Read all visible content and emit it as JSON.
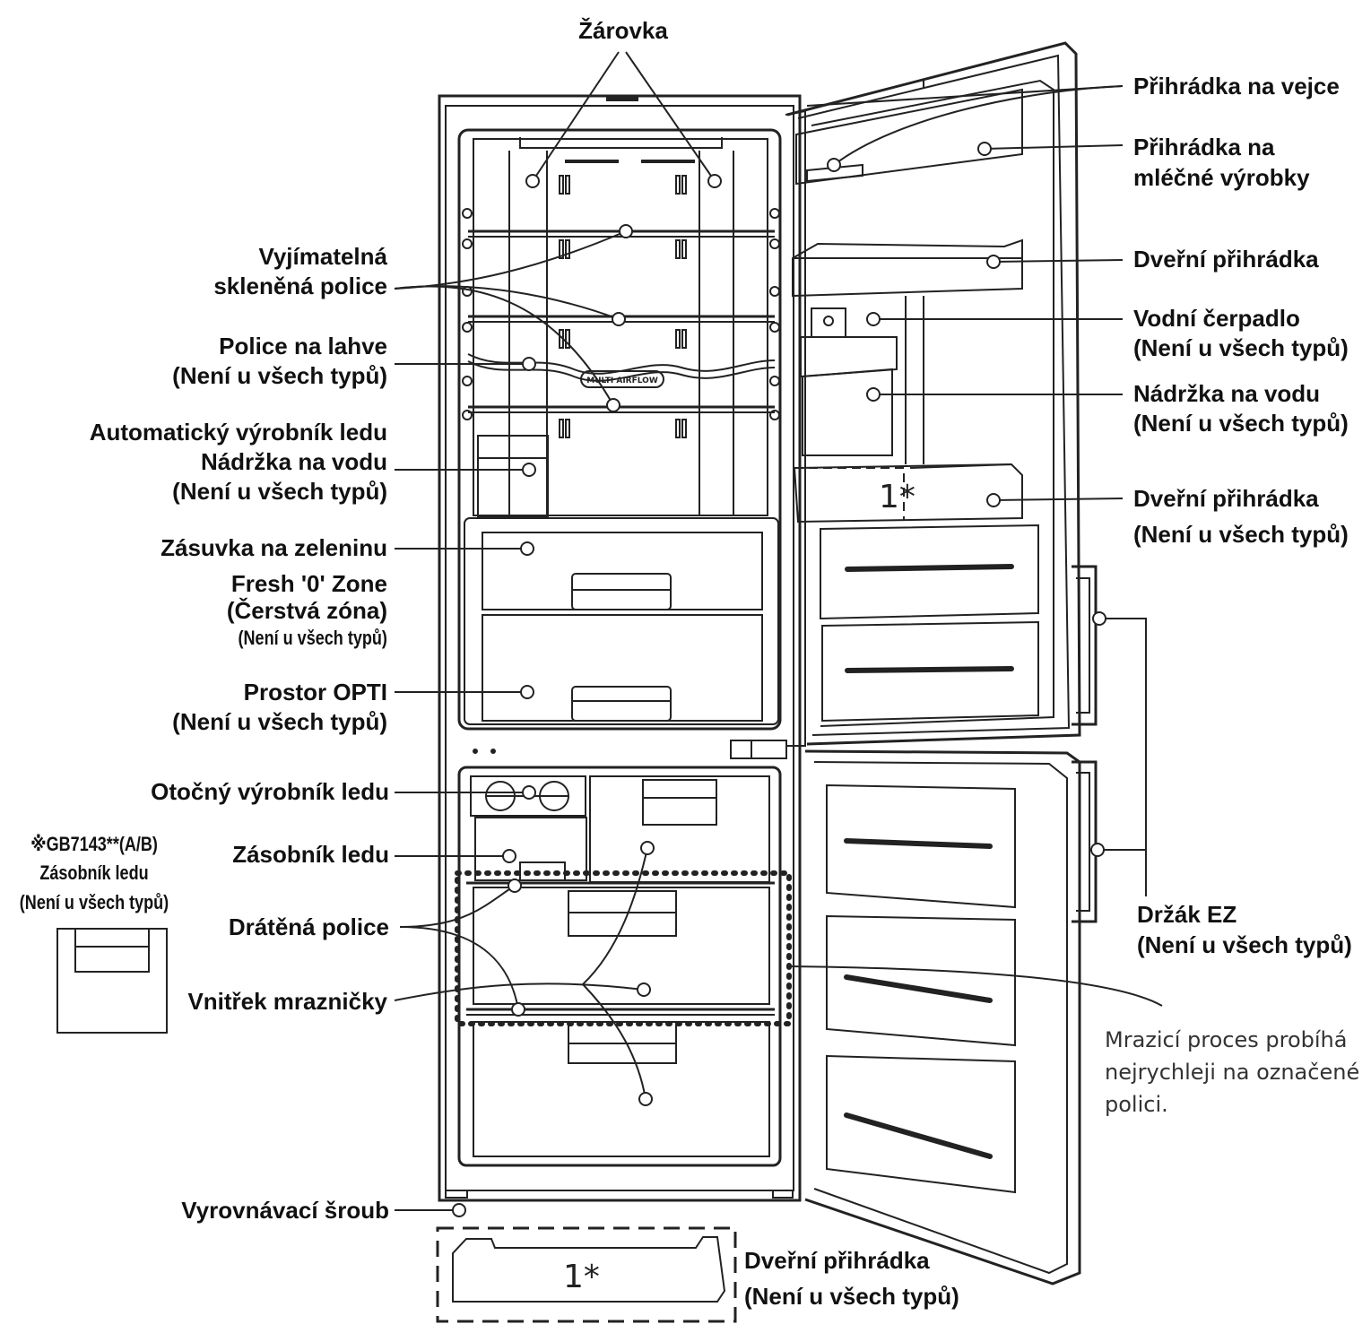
{
  "labels": {
    "zarovka": "Žárovka",
    "vyjimatelna_1": "Vyjímatelná",
    "vyjimatelna_2": "skleněná police",
    "police_lahve_1": "Police na lahve",
    "police_lahve_2": "(Není u všech typů)",
    "auto_led_1": "Automatický výrobník ledu",
    "auto_led_2": "Nádržka na vodu",
    "auto_led_3": "(Není u všech typů)",
    "zasuvka": "Zásuvka na zeleninu",
    "fresh_1": "Fresh '0' Zone",
    "fresh_2": "(Čerstvá zóna)",
    "fresh_3": "(Není u všech typů)",
    "opti_1": "Prostor OPTI",
    "opti_2": "(Není u všech typů)",
    "otocny": "Otočný výrobník ledu",
    "zasobnik": "Zásobník ledu",
    "dratena": "Drátěná police",
    "vnitrek": "Vnitřek mrazničky",
    "vyrovnavaci": "Vyrovnávací šroub",
    "vejce": "Přihrádka na vejce",
    "mlecne_1": "Přihrádka na",
    "mlecne_2": "mléčné výrobky",
    "dverni_1": "Dveřní přihrádka",
    "cerpadlo_1": "Vodní čerpadlo",
    "cerpadlo_2": "(Není u všech typů)",
    "nadrzka_1": "Nádržka na vodu",
    "nadrzka_2": "(Není u všech typů)",
    "dverni2_1": "Dveřní přihrádka",
    "dverni2_2": "(Není u všech typů)",
    "drzak_1": "Držák EZ",
    "drzak_2": "(Není u všech typů)",
    "dverni3_1": "Dveřní přihrádka",
    "dverni3_2": "(Není u všech typů)",
    "note_1": "Mrazicí proces probíhá",
    "note_2": "nejrychleji na označené",
    "note_3": "polici.",
    "inset_1": "※GB7143**(A/B)",
    "inset_2": "Zásobník ledu",
    "inset_3": "(Není u všech typů)",
    "marker": "1*",
    "airflow": "MULTI AIRFLOW"
  }
}
